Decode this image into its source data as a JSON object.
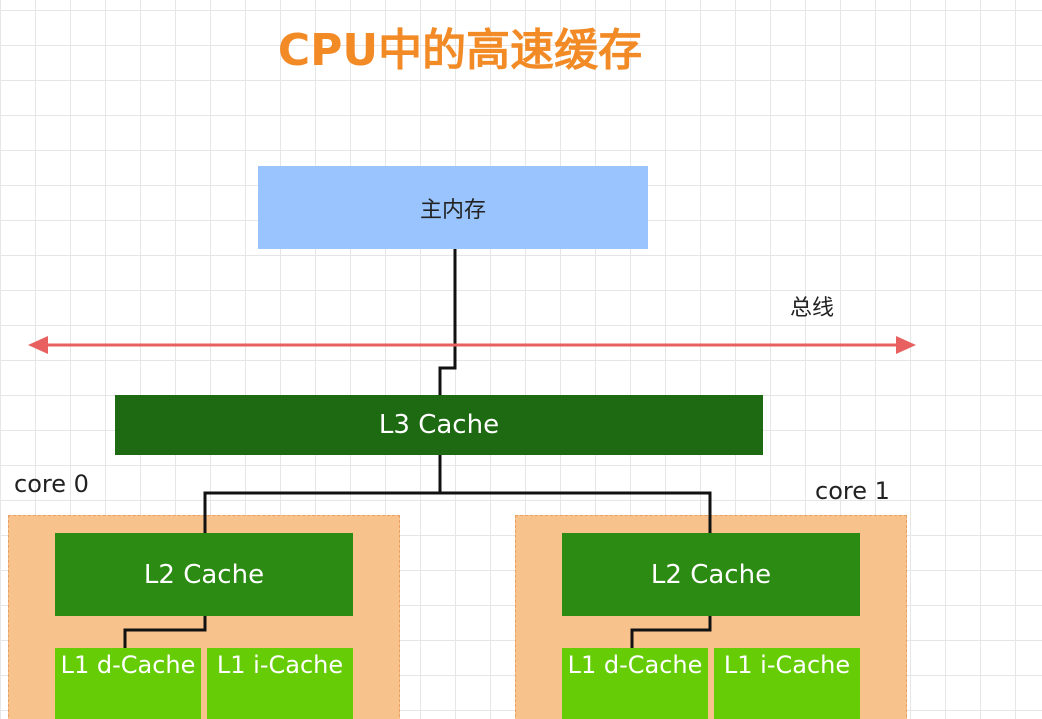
{
  "title": "CPU中的高速缓存",
  "main_memory": "主内存",
  "bus_label": "总线",
  "l3": "L3 Cache",
  "cores": [
    {
      "label": "core 0",
      "l2": "L2 Cache",
      "l1d": "L1 d-Cache",
      "l1i": "L1 i-Cache"
    },
    {
      "label": "core 1",
      "l2": "L2 Cache",
      "l1d": "L1 d-Cache",
      "l1i": "L1 i-Cache"
    }
  ],
  "colors": {
    "title": "#f28a26",
    "memory": "#99c4fd",
    "bus": "#e86060",
    "l3": "#1d6a12",
    "l2": "#2b8b12",
    "l1": "#66cc05",
    "core": "#f8c28c"
  }
}
